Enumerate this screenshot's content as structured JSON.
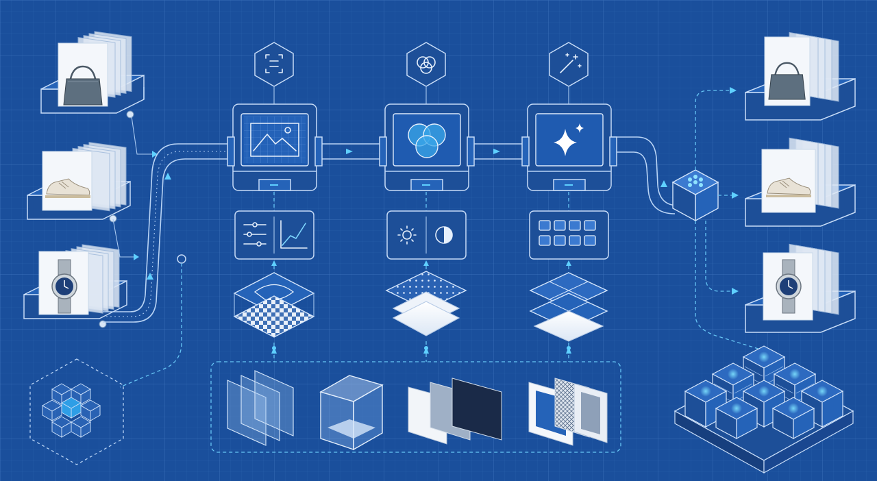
{
  "diagram": {
    "background_color": "#1a4f9c",
    "accent_color": "#5fd0ff",
    "line_color": "#b9d4f5",
    "input_bins": [
      {
        "product_icon": "handbag-icon"
      },
      {
        "product_icon": "sneaker-icon"
      },
      {
        "product_icon": "wristwatch-icon"
      }
    ],
    "processing_stages": [
      {
        "badge_icon": "frame-select-icon",
        "screen_icon": "mountain-image-icon",
        "panel_icons": [
          "sliders-icon",
          "curve-graph-icon"
        ],
        "layer_style": "mask-layers"
      },
      {
        "badge_icon": "color-circles-icon",
        "screen_icon": "venn-circles-icon",
        "panel_icons": [
          "brightness-icon",
          "contrast-icon"
        ],
        "layer_style": "dot-grid-layers"
      },
      {
        "badge_icon": "magic-wand-icon",
        "screen_icon": "sparkle-icon",
        "panel_icons": [
          "grid-tiles-icon"
        ],
        "layer_style": "tile-layers"
      }
    ],
    "output_bins": [
      {
        "product_icon": "handbag-icon"
      },
      {
        "product_icon": "sneaker-icon"
      },
      {
        "product_icon": "wristwatch-icon"
      }
    ],
    "bottom_assets": [
      "transparent-layers-icon",
      "glass-cube-icon",
      "gray-panels-icon",
      "framed-panels-icon"
    ],
    "left_cube_icon": "cube-cluster-icon",
    "right_storage_icon": "server-block-icon",
    "router_icon": "router-cube-icon"
  }
}
